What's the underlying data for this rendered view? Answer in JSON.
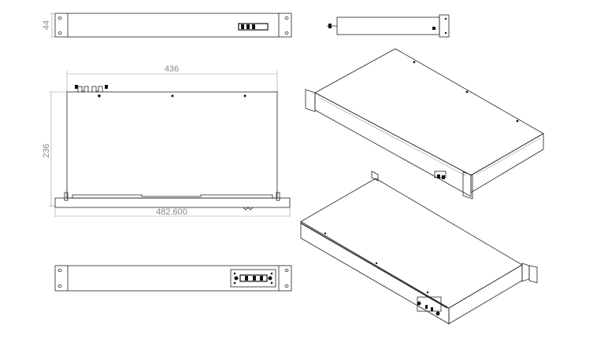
{
  "dimensions": {
    "height_front": "44",
    "body_width": "436",
    "depth": "236",
    "overall_width": "482.600"
  },
  "colors": {
    "line": "#222222",
    "dimension": "#888888"
  }
}
